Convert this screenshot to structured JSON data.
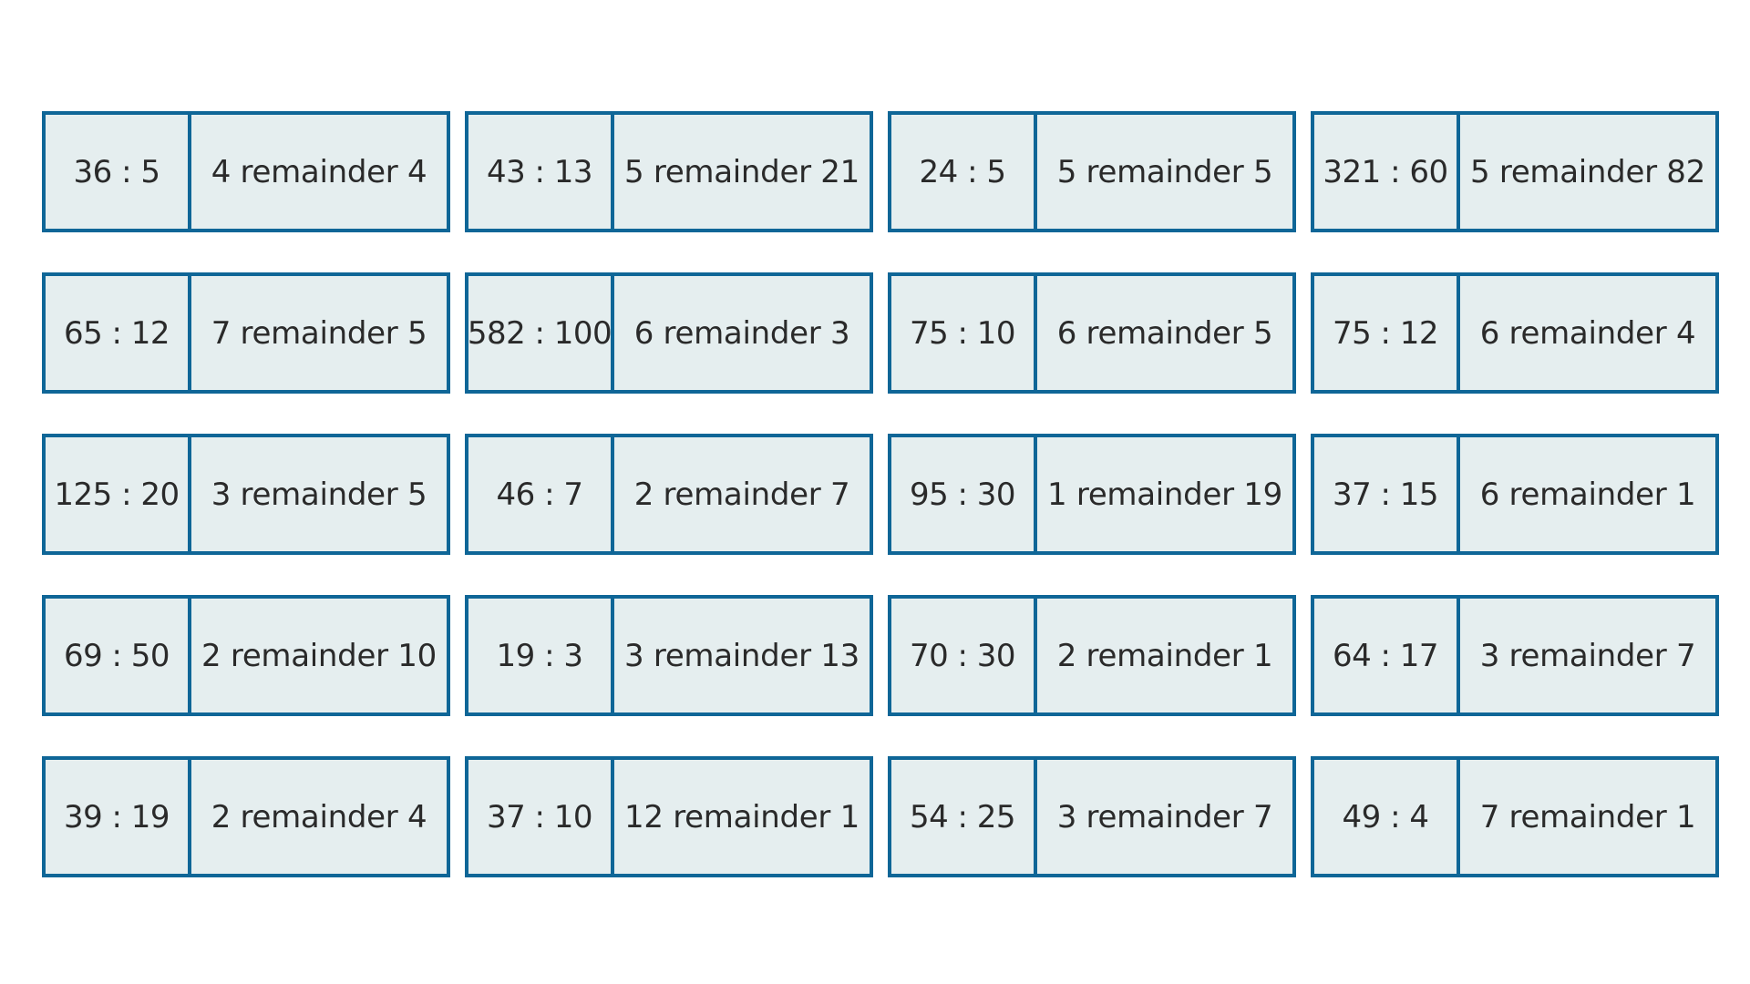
{
  "colors": {
    "border": "#0f6697",
    "fill": "#e5eeef",
    "text": "#2a2a2a",
    "background": "#ffffff"
  },
  "cards": [
    {
      "problem": "36 : 5",
      "answer": "4 remainder 4"
    },
    {
      "problem": "43 : 13",
      "answer": "5 remainder 21"
    },
    {
      "problem": "24 : 5",
      "answer": "5 remainder 5"
    },
    {
      "problem": "321 : 60",
      "answer": "5 remainder 82"
    },
    {
      "problem": "65 : 12",
      "answer": "7 remainder 5"
    },
    {
      "problem": "582 : 100",
      "answer": "6 remainder 3"
    },
    {
      "problem": "75 : 10",
      "answer": "6 remainder 5"
    },
    {
      "problem": "75 : 12",
      "answer": "6 remainder 4"
    },
    {
      "problem": "125 : 20",
      "answer": "3 remainder 5"
    },
    {
      "problem": "46 : 7",
      "answer": "2 remainder 7"
    },
    {
      "problem": "95 : 30",
      "answer": "1 remainder 19"
    },
    {
      "problem": "37 : 15",
      "answer": "6 remainder 1"
    },
    {
      "problem": "69 : 50",
      "answer": "2 remainder 10"
    },
    {
      "problem": "19 : 3",
      "answer": "3 remainder 13"
    },
    {
      "problem": "70 : 30",
      "answer": "2 remainder 1"
    },
    {
      "problem": "64 : 17",
      "answer": "3 remainder 7"
    },
    {
      "problem": "39 : 19",
      "answer": "2 remainder 4"
    },
    {
      "problem": "37 : 10",
      "answer": "12 remainder 1"
    },
    {
      "problem": "54 : 25",
      "answer": "3 remainder 7"
    },
    {
      "problem": "49 : 4",
      "answer": "7 remainder 1"
    }
  ]
}
